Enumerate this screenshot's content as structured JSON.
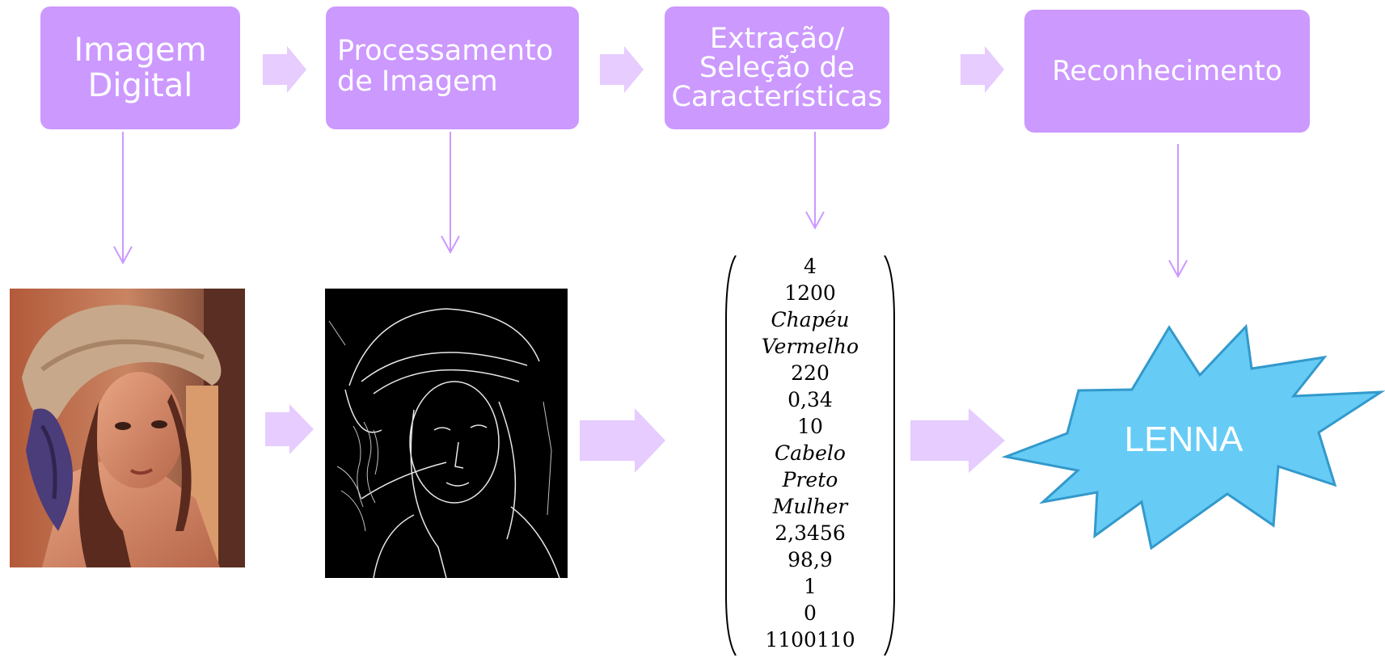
{
  "steps": [
    {
      "label": "Imagem\nDigital"
    },
    {
      "label": "Processamento\nde Imagem"
    },
    {
      "label": "Extração/\nSeleção de\nCaracterísticas"
    },
    {
      "label": "Reconhecimento"
    }
  ],
  "feature_vector": [
    {
      "text": "4",
      "italic": false
    },
    {
      "text": "1200",
      "italic": false
    },
    {
      "text": "Chapéu",
      "italic": true
    },
    {
      "text": "Vermelho",
      "italic": true
    },
    {
      "text": "220",
      "italic": false
    },
    {
      "text": "0,34",
      "italic": false
    },
    {
      "text": "10",
      "italic": false
    },
    {
      "text": "Cabelo",
      "italic": true
    },
    {
      "text": "Preto",
      "italic": true
    },
    {
      "text": "Mulher",
      "italic": true
    },
    {
      "text": "2,3456",
      "italic": false
    },
    {
      "text": "98,9",
      "italic": false
    },
    {
      "text": "1",
      "italic": false
    },
    {
      "text": "0",
      "italic": false
    },
    {
      "text": "1100110",
      "italic": false
    }
  ],
  "result_label": "LENNA",
  "colors": {
    "box_fill": "#cc99ff",
    "arrow_fill": "#e6ccff",
    "connector": "#cc99ff",
    "star_fill": "#66ccf5",
    "star_stroke": "#3399cc"
  }
}
